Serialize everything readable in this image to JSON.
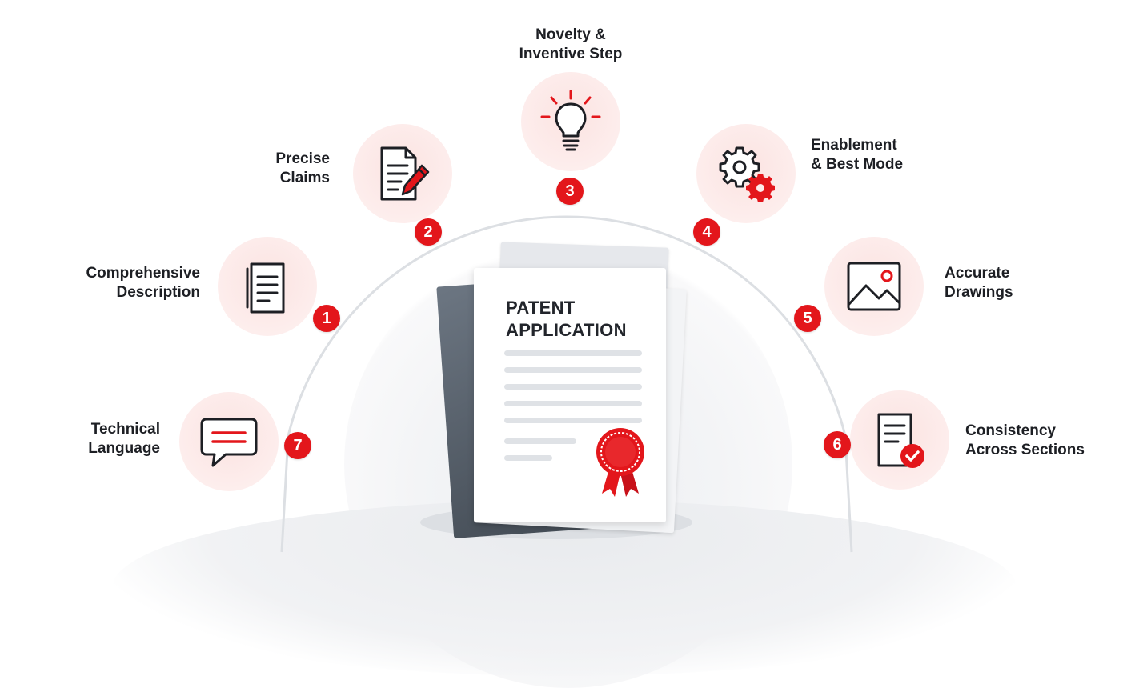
{
  "document": {
    "title_line1": "PATENT",
    "title_line2": "APPLICATION"
  },
  "elements": [
    {
      "number": "1",
      "label_line1": "Comprehensive",
      "label_line2": "Description",
      "icon": "document-icon"
    },
    {
      "number": "2",
      "label_line1": "Precise",
      "label_line2": "Claims",
      "icon": "document-pen-icon"
    },
    {
      "number": "3",
      "label_line1": "Novelty &",
      "label_line2": "Inventive Step",
      "icon": "lightbulb-icon"
    },
    {
      "number": "4",
      "label_line1": "Enablement",
      "label_line2": "& Best Mode",
      "icon": "gears-icon"
    },
    {
      "number": "5",
      "label_line1": "Accurate",
      "label_line2": "Drawings",
      "icon": "image-icon"
    },
    {
      "number": "6",
      "label_line1": "Consistency",
      "label_line2": "Across Sections",
      "icon": "document-check-icon"
    },
    {
      "number": "7",
      "label_line1": "Technical",
      "label_line2": "Language",
      "icon": "speech-bubble-icon"
    }
  ],
  "colors": {
    "accent": "#e3161b",
    "icon_stroke": "#1d1f24",
    "circle_bg": "#fdeceb",
    "text": "#1d1f24"
  }
}
